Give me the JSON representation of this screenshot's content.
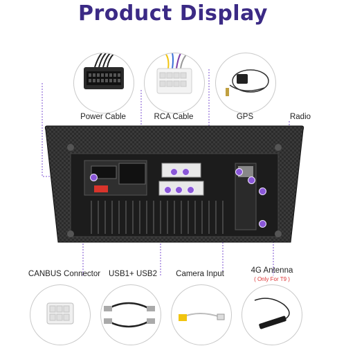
{
  "title": "Product Display",
  "colors": {
    "accent": "#7b4fd0",
    "title": "#3b2a85"
  },
  "top_items": [
    {
      "label": "Power Cable",
      "icon": "power-cable-connector-icon"
    },
    {
      "label": "RCA Cable",
      "icon": "rca-cable-connector-icon"
    },
    {
      "label": "GPS",
      "icon": "gps-antenna-icon"
    }
  ],
  "side_label": "Radio",
  "bottom_items": [
    {
      "label": "CANBUS Connector",
      "icon": "canbus-connector-icon"
    },
    {
      "label": "USB1+ USB2",
      "icon": "usb-cables-icon"
    },
    {
      "label": "Camera Input",
      "icon": "camera-input-cable-icon"
    },
    {
      "label": "4G Antenna",
      "sublabel": "( Only For T9 )",
      "icon": "4g-antenna-icon"
    }
  ]
}
